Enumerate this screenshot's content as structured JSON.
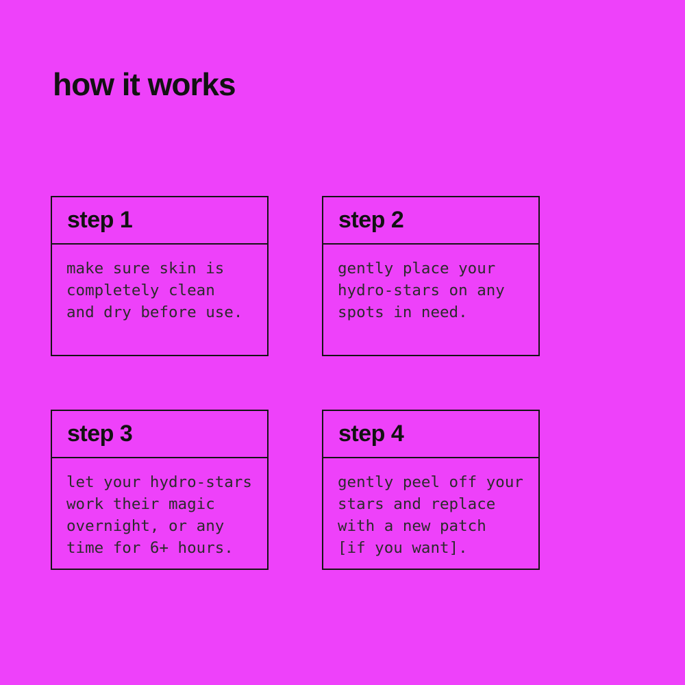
{
  "page": {
    "title": "how it works"
  },
  "colors": {
    "background": "#ee41fa",
    "title_text": "#121212",
    "card_border": "#141414",
    "step_label_text": "#121212",
    "body_text": "#2b2b2b"
  },
  "steps": [
    {
      "label": "step 1",
      "body": "make sure skin is\ncompletely clean\nand dry before use."
    },
    {
      "label": "step 2",
      "body": "gently place your\nhydro-stars on any\nspots in need."
    },
    {
      "label": "step 3",
      "body": "let your hydro-stars\nwork their magic\novernight, or any\ntime for 6+ hours."
    },
    {
      "label": "step 4",
      "body": "gently peel off your\nstars and replace\nwith a new patch\n[if you want]."
    }
  ]
}
